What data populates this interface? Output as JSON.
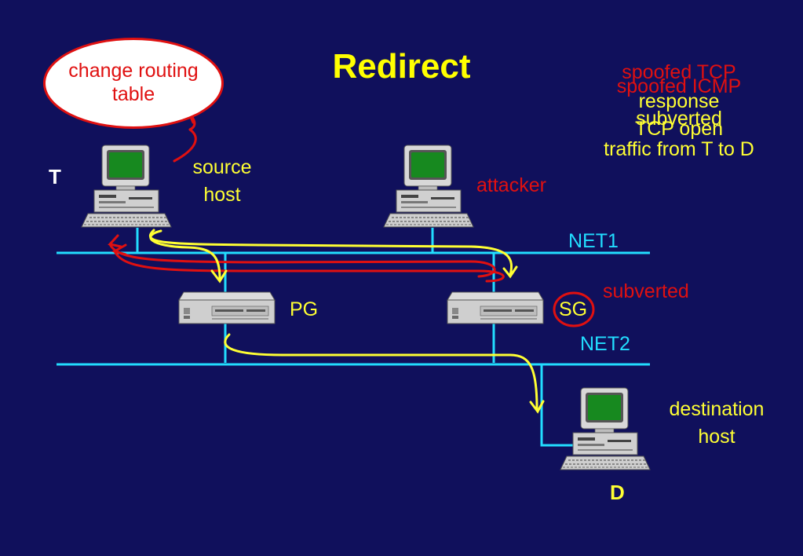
{
  "slide": {
    "title": "Redirect",
    "callout": "change routing\ntable",
    "node_labels": {
      "t": "T",
      "source_host": "source\nhost",
      "attacker": "attacker",
      "pg": "PG",
      "sg": "SG",
      "subverted": "subverted",
      "destination_host": "destination\nhost",
      "d": "D"
    },
    "network_labels": {
      "net1": "NET1",
      "net2": "NET2"
    },
    "overlapping_notes": [
      {
        "text": "spoofed TCP",
        "color": "#e01010"
      },
      {
        "text": "spoofed ICMP",
        "color": "#e01010"
      },
      {
        "text": "response",
        "color": "#ffff33"
      },
      {
        "text": "subverted",
        "color": "#ffff33"
      },
      {
        "text": "TCP open",
        "color": "#ffff33"
      },
      {
        "text": "traffic from T to D",
        "color": "#ffff33"
      }
    ],
    "colors": {
      "background": "#10105c",
      "title": "#ffff00",
      "network": "#22ddff",
      "attack_path": "#e01010",
      "traffic_path": "#ffff33"
    }
  }
}
